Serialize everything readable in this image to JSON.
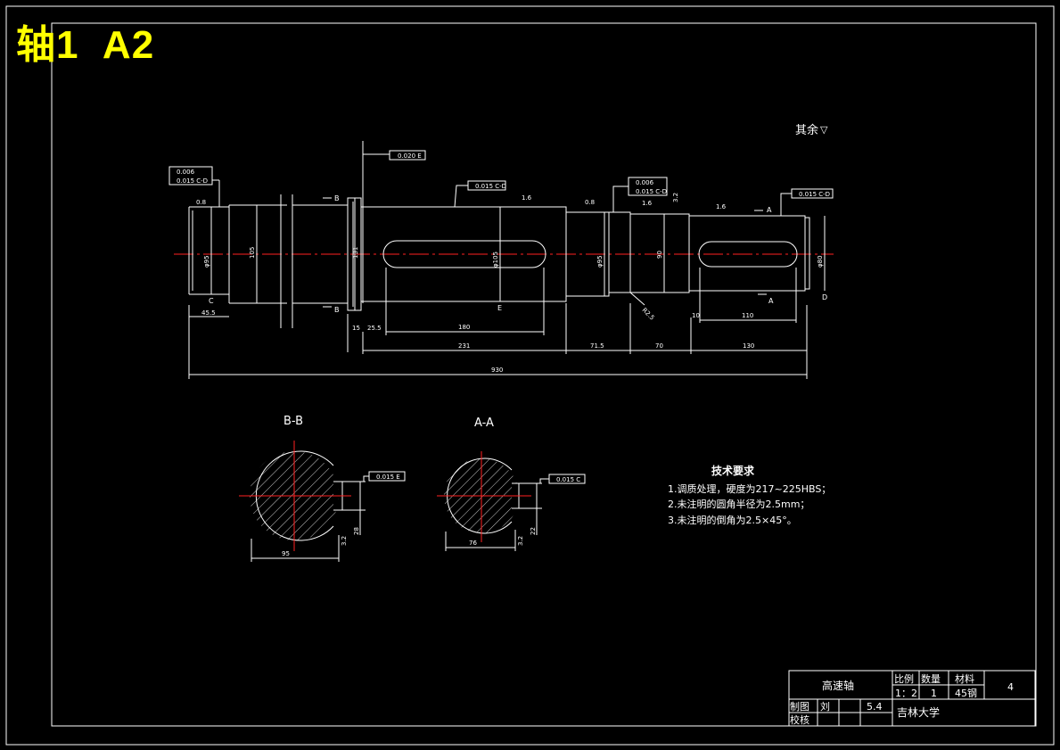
{
  "sheet": {
    "title": "轴1  A2"
  },
  "surface_note": "其余",
  "notes": {
    "heading": "技术要求",
    "items": [
      "1.调质处理，硬度为217~225HBS；",
      "2.未注明的圆角半径为2.5mm；",
      "3.未注明的倒角为2.5×45°。"
    ]
  },
  "section_labels": {
    "bb": "B-B",
    "aa": "A-A",
    "cut_b": "B",
    "cut_a": "A"
  },
  "tolerance_frames": {
    "runout_main": "0.020 E",
    "left_runout": "0.006",
    "left_runout2": "0.015 C-D",
    "gear_runout": "0.015 C-D",
    "mid_runout": "0.006",
    "mid_runout2": "0.015 C-D",
    "right_runout": "0.015 C-D",
    "bb_sym": "0.015 E",
    "aa_sym": "0.015 C"
  },
  "datums": {
    "c": "C",
    "d": "D",
    "e": "E"
  },
  "roughness": {
    "r08": "0.8",
    "r16": "1.6",
    "r32": "3.2"
  },
  "diameters": {
    "d95": "φ95",
    "d105": "105",
    "d131": "131",
    "d105k": "φ105",
    "d95b": "φ95",
    "d90": "90",
    "d80": "φ80"
  },
  "dimensions": {
    "d455": "45.5",
    "d15": "15",
    "d255": "25.5",
    "d180": "180",
    "d231": "231",
    "d715": "71.5",
    "d70": "70",
    "d10": "10",
    "d110": "110",
    "d130": "130",
    "d930": "930",
    "r25": "R2.5",
    "bb_width": "95",
    "bb_key": "28",
    "aa_width": "76",
    "aa_key": "22"
  },
  "title_block": {
    "part_name": "高速轴",
    "scale_label": "比例",
    "qty_label": "数量",
    "material_label": "材料",
    "scale": "1：2",
    "qty": "1",
    "material": "45钢",
    "sheet_no": "4",
    "drawn_label": "制图",
    "drawn_by": "刘",
    "date": "5.4",
    "check_label": "校核",
    "school": "吉林大学"
  }
}
